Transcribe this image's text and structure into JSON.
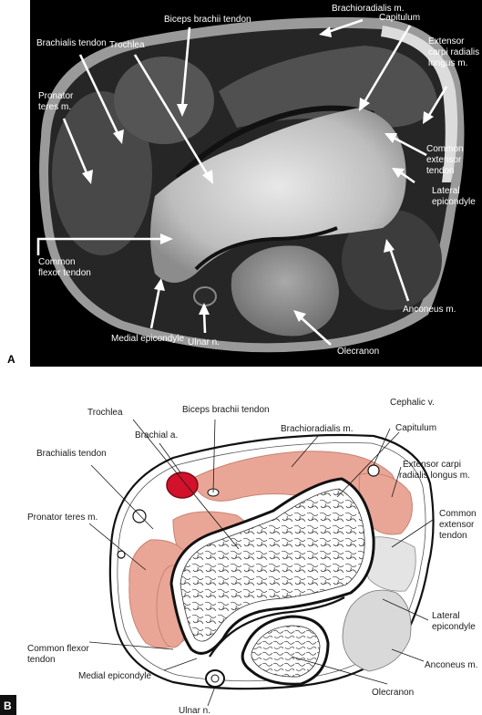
{
  "panel_a": {
    "letter": "A",
    "labels": {
      "biceps_brachii_tendon": "Biceps brachii tendon",
      "brachioradialis": "Brachioradialis m.",
      "capitulum": "Capitulum",
      "brachialis_tendon": "Brachialis tendon",
      "trochlea": "Trochlea",
      "ecrl_1": "Extensor",
      "ecrl_2": "carpi radialis",
      "ecrl_3": "longus m.",
      "pronator_1": "Pronator",
      "pronator_2": "teres m.",
      "common_ext_1": "Common",
      "common_ext_2": "extensor",
      "common_ext_3": "tendon",
      "lat_epi_1": "Lateral",
      "lat_epi_2": "epicondyle",
      "common_flex_1": "Common",
      "common_flex_2": "flexor tendon",
      "anconeus": "Anconeus m.",
      "medial_epicondyle": "Medial epicondyle",
      "ulnar_n": "Ulnar n.",
      "olecranon": "Olecranon"
    }
  },
  "panel_b": {
    "letter": "B",
    "labels": {
      "trochlea": "Trochlea",
      "biceps_brachii_tendon": "Biceps brachii tendon",
      "cephalic_v": "Cephalic v.",
      "brachial_a": "Brachial a.",
      "brachioradialis": "Brachioradialis m.",
      "capitulum": "Capitulum",
      "brachialis_tendon": "Brachialis tendon",
      "ecrl_1": "Extensor carpi",
      "ecrl_2": "radialis longus m.",
      "pronator": "Pronator teres m.",
      "common_ext_1": "Common",
      "common_ext_2": "extensor",
      "common_ext_3": "tendon",
      "lat_epi_1": "Lateral",
      "lat_epi_2": "epicondyle",
      "common_flex_1": "Common flexor",
      "common_flex_2": "tendon",
      "anconeus": "Anconeus m.",
      "medial_epicondyle": "Medial epicondyle",
      "olecranon": "Olecranon",
      "ulnar_n": "Ulnar n."
    }
  },
  "colors": {
    "muscle": "#e9a696",
    "muscle_stroke": "#c98272",
    "artery": "#d2122a",
    "mri_background": "#000000"
  }
}
